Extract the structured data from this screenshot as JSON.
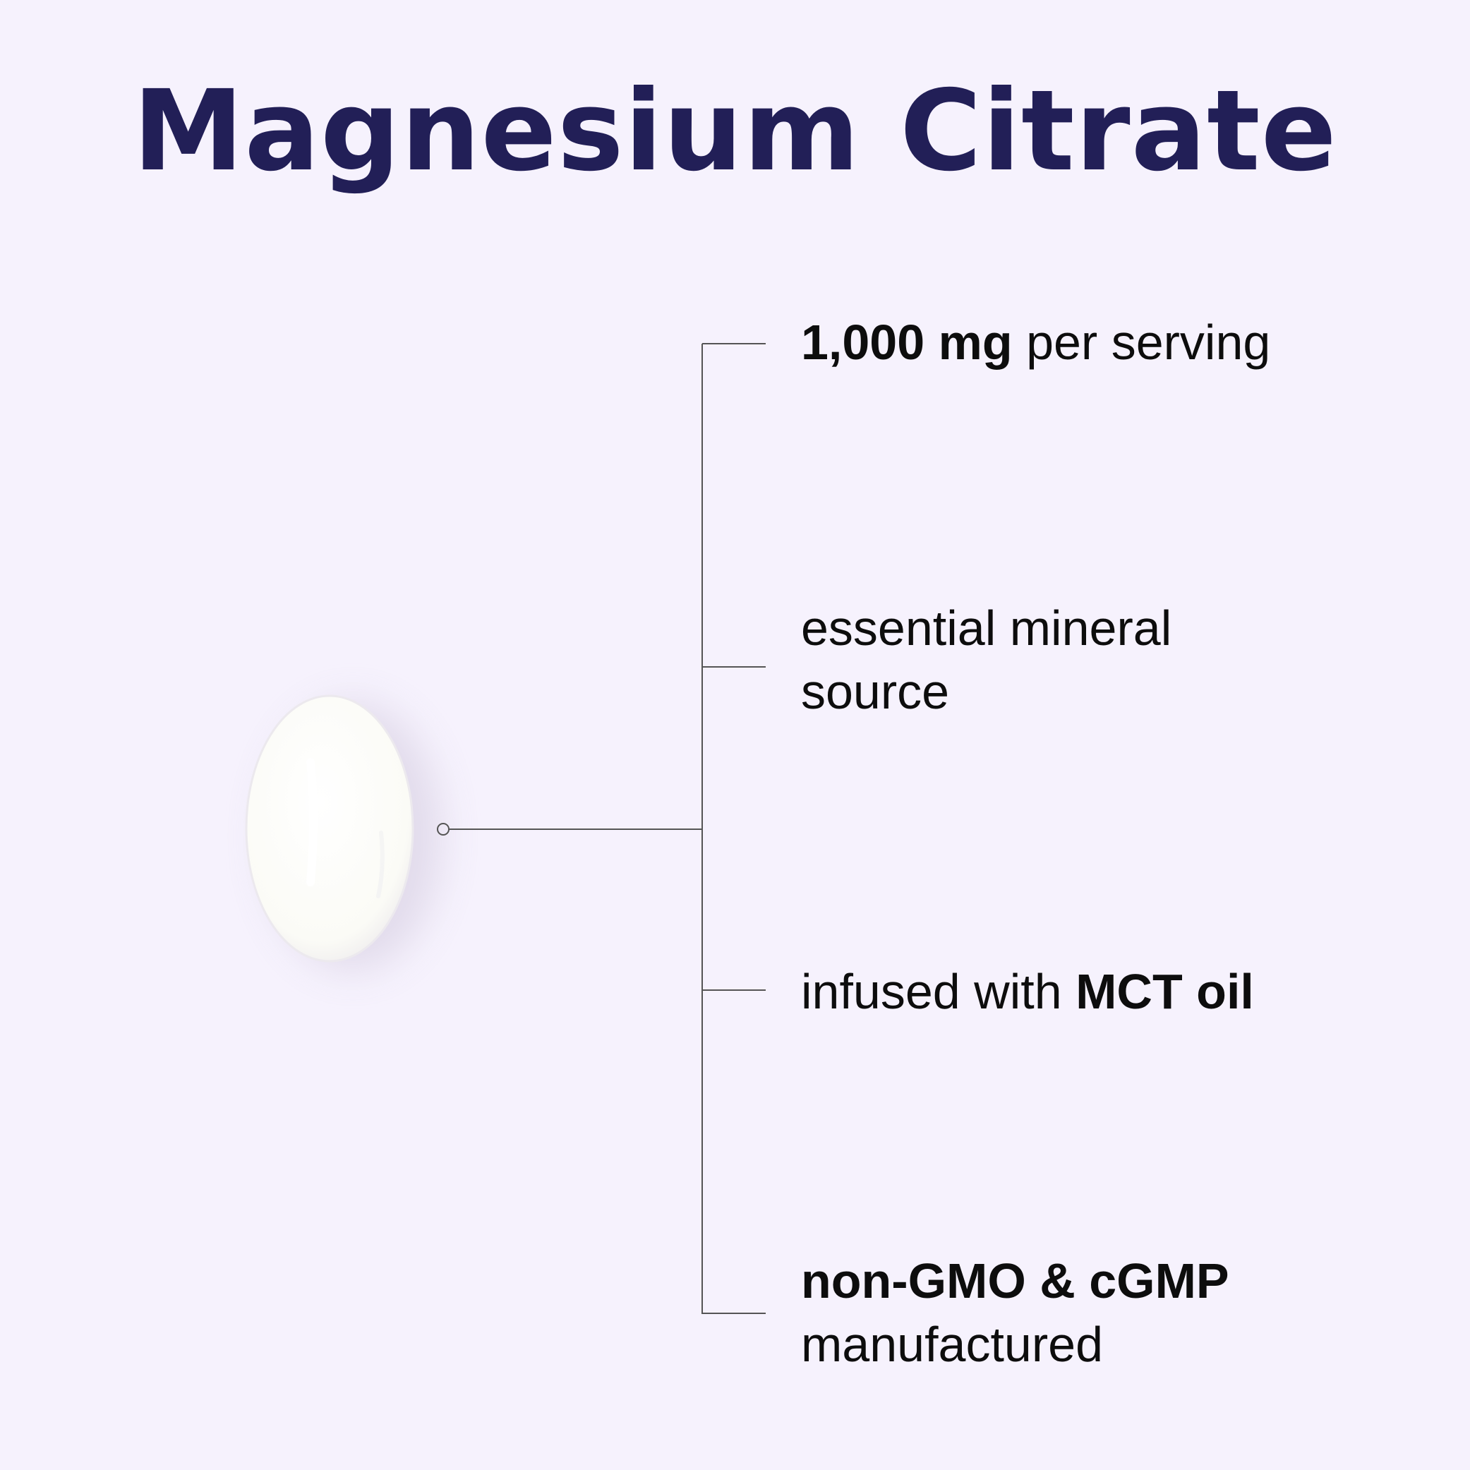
{
  "title": "Magnesium Citrate",
  "features": [
    {
      "bold": "1,000 mg",
      "text": " per serving"
    },
    {
      "line1": "essential mineral",
      "line2": "source"
    },
    {
      "text": "infused with ",
      "bold": "MCT oil"
    },
    {
      "bold": "non-GMO & cGMP",
      "line2": "manufactured"
    }
  ],
  "colors": {
    "background": "#f6f2fd",
    "title": "#221f57",
    "text": "#0d0d0d",
    "lines": "#555555"
  }
}
